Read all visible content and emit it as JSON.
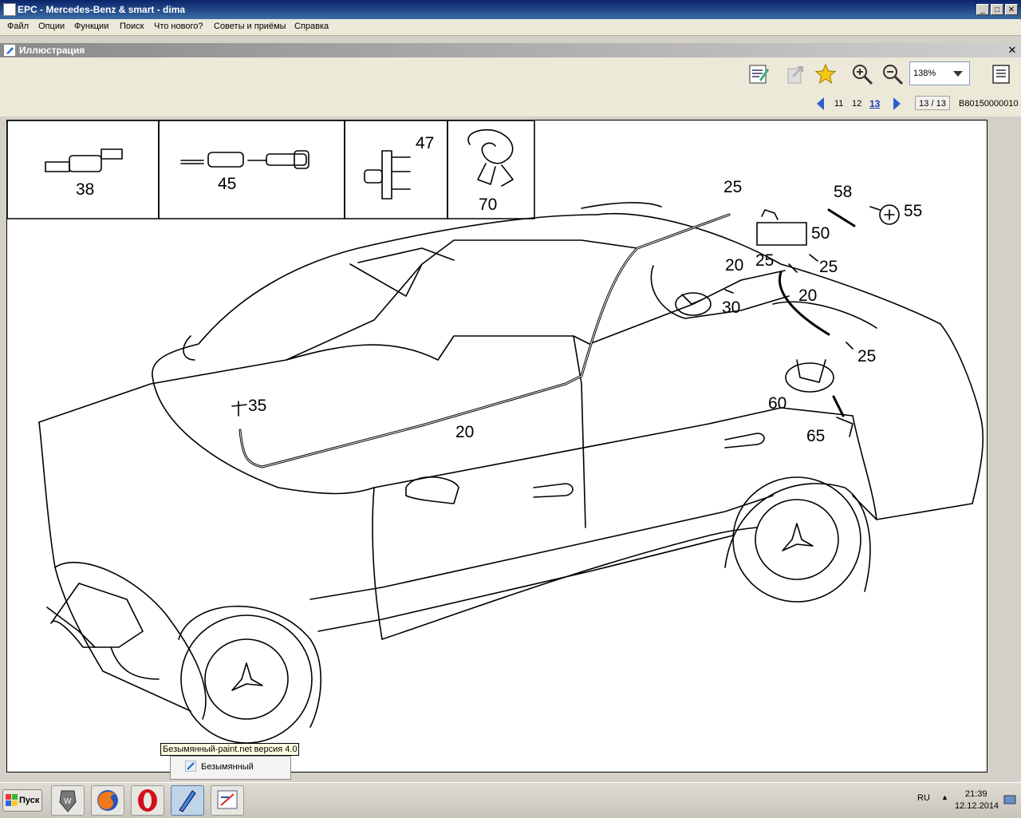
{
  "window": {
    "title": "EPC - Mercedes-Benz & smart - dima",
    "min": "_",
    "max": "□",
    "close": "✕"
  },
  "menu": [
    "Файл",
    "Опции",
    "Функции",
    "Поиск",
    "Что нового?",
    "Советы и приёмы",
    "Справка"
  ],
  "panel": {
    "title": "Иллюстрация",
    "close": "✕"
  },
  "toolbar": {
    "zoom": "138%"
  },
  "nav": {
    "pages": [
      "11",
      "12",
      "13"
    ],
    "current": "13",
    "page_box": "13 / 13",
    "doc_id": "B80150000010"
  },
  "parts": {
    "inset_labels": [
      "38",
      "45",
      "47",
      "70"
    ],
    "callouts": [
      "25",
      "58",
      "55",
      "50",
      "20",
      "25",
      "25",
      "30",
      "20",
      "25",
      "60",
      "65",
      "35",
      "20"
    ]
  },
  "taskbar": {
    "start": "Пуск",
    "tooltip": "Безымянный-paint.net версия 4.0",
    "preview_item": "Безымянный",
    "lang": "RU",
    "time": "21:39",
    "date": "12.12.2014"
  }
}
